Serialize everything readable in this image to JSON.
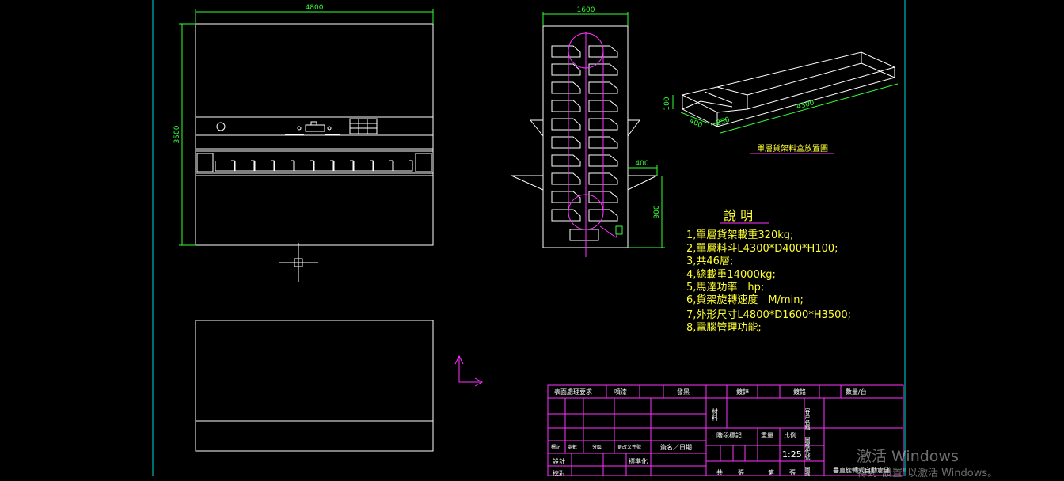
{
  "front_view": {
    "width_dim": "4800",
    "height_dim": "3500"
  },
  "side_view": {
    "width_dim": "1600",
    "platform_dim": "400",
    "platform_height_dim": "900"
  },
  "bin_view": {
    "height_dim": "100",
    "depth_dim": "400",
    "section_dim": "250",
    "length_dim": "4300",
    "caption": "單層貨架料盒放置圖"
  },
  "notes": {
    "title": "說 明",
    "lines": [
      "1,單層貨架載重320kg;",
      "2,單層料斗L4300*D400*H100;",
      "3,共46層;",
      "4,總載重14000kg;",
      "5,馬達功率　hp;",
      "6,貨架旋轉速度　M/min;",
      "7,外形尺寸L4800*D1600*H3500;",
      "8,電腦管理功能;"
    ]
  },
  "title_block": {
    "surface_treatment": "表面處理要求",
    "spray": "噴漆",
    "blacken": "發黑",
    "galvanize": "鍍鋅",
    "chrome": "鍍鉻",
    "quantity": "數量/台",
    "material": "材料",
    "customer_name": "客戶名稱",
    "stage_mark": "階段標記",
    "weight": "重量",
    "scale": "比例",
    "drawing_code": "圖樣代號",
    "scale_value": "1:25",
    "mark": "標記",
    "places": "處數",
    "zone": "分區",
    "change_doc": "更改文件號",
    "sign_date": "簽名／日期",
    "design": "設計",
    "standardization": "標準化",
    "review": "校對",
    "total": "共",
    "sheets": "張",
    "sheet_no": "第",
    "sheet_unit": "張",
    "drawing_name": "圖樣名稱",
    "product_name": "垂直旋轉式自動倉儲"
  },
  "watermark": {
    "line1": "激活 Windows",
    "line2": "轉到\"設置\"以激活 Windows。"
  },
  "colors": {
    "geometry": "#ffffff",
    "dimension": "#33ff33",
    "accent": "#ff33ff",
    "notes": "#ffff33",
    "frame": "#00d8d8"
  }
}
